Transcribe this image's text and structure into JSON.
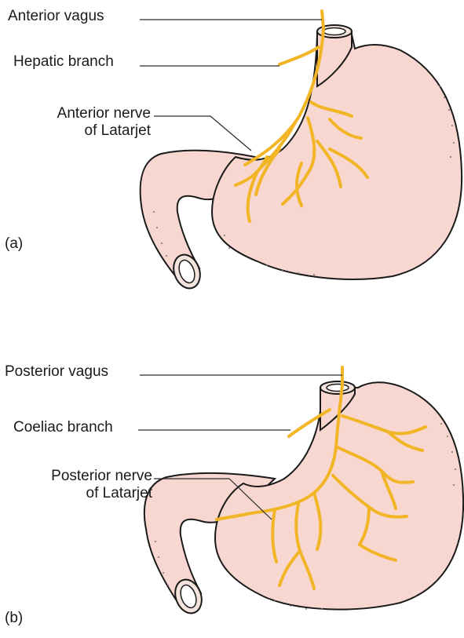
{
  "colors": {
    "stomach_fill": "#f7d7d0",
    "nerve": "#f2b526",
    "outline": "#1a1a1a",
    "leader": "#2a2a2a"
  },
  "panel_a": {
    "letter": "(a)",
    "labels": {
      "vagus": "Anterior vagus",
      "branch": "Hepatic branch",
      "latarjet_line1": "Anterior nerve",
      "latarjet_line2": "of Latarjet"
    }
  },
  "panel_b": {
    "letter": "(b)",
    "labels": {
      "vagus": "Posterior vagus",
      "branch": "Coeliac branch",
      "latarjet_line1": "Posterior nerve",
      "latarjet_line2": "of Latarjet"
    }
  }
}
